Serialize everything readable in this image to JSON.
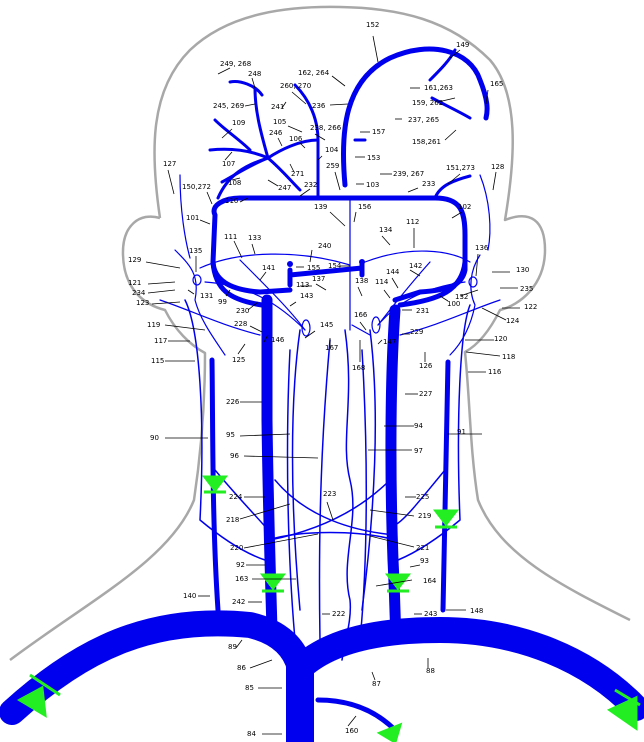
{
  "labels": [
    {
      "id": "l152",
      "text": "152"
    },
    {
      "id": "l149",
      "text": "149"
    },
    {
      "id": "l165",
      "text": "165"
    },
    {
      "id": "l249",
      "text": "249, 268"
    },
    {
      "id": "l248",
      "text": "248"
    },
    {
      "id": "l162",
      "text": "162, 264"
    },
    {
      "id": "l161",
      "text": "161,263"
    },
    {
      "id": "l260",
      "text": "260, 270"
    },
    {
      "id": "l245",
      "text": "245, 269"
    },
    {
      "id": "l241",
      "text": "241"
    },
    {
      "id": "l236",
      "text": "236"
    },
    {
      "id": "l159",
      "text": "159, 262"
    },
    {
      "id": "l237",
      "text": "237, 265"
    },
    {
      "id": "l109",
      "text": "109"
    },
    {
      "id": "l105",
      "text": "105"
    },
    {
      "id": "l238",
      "text": "238, 266"
    },
    {
      "id": "l157",
      "text": "157"
    },
    {
      "id": "l158",
      "text": "158,261"
    },
    {
      "id": "l246",
      "text": "246"
    },
    {
      "id": "l106",
      "text": "106"
    },
    {
      "id": "l104",
      "text": "104"
    },
    {
      "id": "l153",
      "text": "153"
    },
    {
      "id": "l107",
      "text": "107"
    },
    {
      "id": "l259",
      "text": "259"
    },
    {
      "id": "l271",
      "text": "271"
    },
    {
      "id": "l239",
      "text": "239, 267"
    },
    {
      "id": "l151",
      "text": "151,273"
    },
    {
      "id": "l128",
      "text": "128"
    },
    {
      "id": "l127",
      "text": "127"
    },
    {
      "id": "l108",
      "text": "108"
    },
    {
      "id": "l232",
      "text": "232"
    },
    {
      "id": "l103",
      "text": "103"
    },
    {
      "id": "l233",
      "text": "233"
    },
    {
      "id": "l150",
      "text": "150,272"
    },
    {
      "id": "l247",
      "text": "247"
    },
    {
      "id": "l110",
      "text": "110"
    },
    {
      "id": "l139",
      "text": "139"
    },
    {
      "id": "l156",
      "text": "156"
    },
    {
      "id": "l102",
      "text": "102"
    },
    {
      "id": "l101",
      "text": "101"
    },
    {
      "id": "l112",
      "text": "112"
    },
    {
      "id": "l134",
      "text": "134"
    },
    {
      "id": "l111",
      "text": "111"
    },
    {
      "id": "l133",
      "text": "133"
    },
    {
      "id": "l240",
      "text": "240"
    },
    {
      "id": "l135",
      "text": "135"
    },
    {
      "id": "l136",
      "text": "136"
    },
    {
      "id": "l129",
      "text": "129"
    },
    {
      "id": "l141",
      "text": "141"
    },
    {
      "id": "l155",
      "text": "155"
    },
    {
      "id": "l154",
      "text": "154"
    },
    {
      "id": "l142",
      "text": "142"
    },
    {
      "id": "l130",
      "text": "130"
    },
    {
      "id": "l121",
      "text": "121"
    },
    {
      "id": "l137",
      "text": "137"
    },
    {
      "id": "l138",
      "text": "138"
    },
    {
      "id": "l144",
      "text": "144"
    },
    {
      "id": "l234",
      "text": "234"
    },
    {
      "id": "l113",
      "text": "113"
    },
    {
      "id": "l114",
      "text": "114"
    },
    {
      "id": "l235",
      "text": "235"
    },
    {
      "id": "l131",
      "text": "131"
    },
    {
      "id": "l132",
      "text": "132"
    },
    {
      "id": "l123",
      "text": "123"
    },
    {
      "id": "l99",
      "text": "99"
    },
    {
      "id": "l143",
      "text": "143"
    },
    {
      "id": "l100",
      "text": "100"
    },
    {
      "id": "l122",
      "text": "122"
    },
    {
      "id": "l230",
      "text": "230"
    },
    {
      "id": "l231",
      "text": "231"
    },
    {
      "id": "l124",
      "text": "124"
    },
    {
      "id": "l119",
      "text": "119"
    },
    {
      "id": "l228",
      "text": "228"
    },
    {
      "id": "l145",
      "text": "145"
    },
    {
      "id": "l166",
      "text": "166"
    },
    {
      "id": "l229",
      "text": "229"
    },
    {
      "id": "l117",
      "text": "117"
    },
    {
      "id": "l146",
      "text": "146"
    },
    {
      "id": "l147",
      "text": "147"
    },
    {
      "id": "l120",
      "text": "120"
    },
    {
      "id": "l167",
      "text": "167"
    },
    {
      "id": "l125",
      "text": "125"
    },
    {
      "id": "l115",
      "text": "115"
    },
    {
      "id": "l126",
      "text": "126"
    },
    {
      "id": "l118",
      "text": "118"
    },
    {
      "id": "l168",
      "text": "168"
    },
    {
      "id": "l116",
      "text": "116"
    },
    {
      "id": "l227",
      "text": "227"
    },
    {
      "id": "l226",
      "text": "226"
    },
    {
      "id": "l94",
      "text": "94"
    },
    {
      "id": "l95",
      "text": "95"
    },
    {
      "id": "l90",
      "text": "90"
    },
    {
      "id": "l91",
      "text": "91"
    },
    {
      "id": "l97",
      "text": "97"
    },
    {
      "id": "l96",
      "text": "96"
    },
    {
      "id": "l223",
      "text": "223"
    },
    {
      "id": "l224",
      "text": "224"
    },
    {
      "id": "l225",
      "text": "225"
    },
    {
      "id": "l219",
      "text": "219"
    },
    {
      "id": "l218",
      "text": "218"
    },
    {
      "id": "l220",
      "text": "220"
    },
    {
      "id": "l221",
      "text": "221"
    },
    {
      "id": "l92",
      "text": "92"
    },
    {
      "id": "l93",
      "text": "93"
    },
    {
      "id": "l163",
      "text": "163"
    },
    {
      "id": "l164",
      "text": "164"
    },
    {
      "id": "l140",
      "text": "140"
    },
    {
      "id": "l242",
      "text": "242"
    },
    {
      "id": "l222",
      "text": "222"
    },
    {
      "id": "l243",
      "text": "243"
    },
    {
      "id": "l148",
      "text": "148"
    },
    {
      "id": "l89",
      "text": "89"
    },
    {
      "id": "l88",
      "text": "88"
    },
    {
      "id": "l86",
      "text": "86"
    },
    {
      "id": "l85",
      "text": "85"
    },
    {
      "id": "l87",
      "text": "87"
    },
    {
      "id": "l84",
      "text": "84"
    },
    {
      "id": "l160",
      "text": "160"
    }
  ],
  "colors": {
    "outline": "#a8a8a8",
    "vessel": "#0000ee",
    "marker": "#22ee22",
    "label": "#000000",
    "leader": "#000000"
  }
}
